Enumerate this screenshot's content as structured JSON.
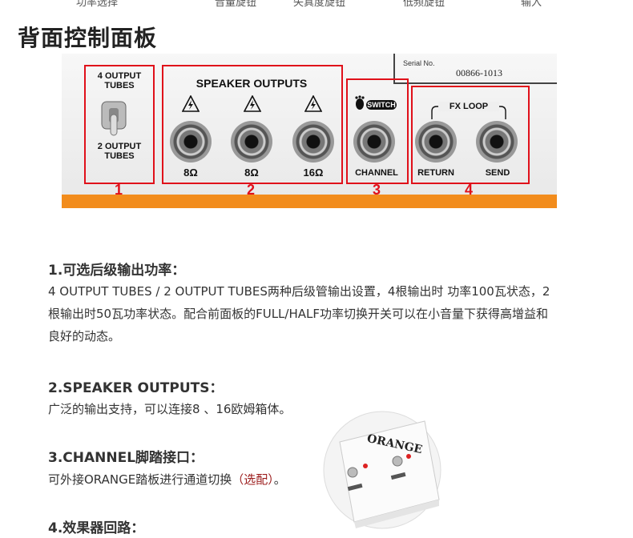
{
  "top_captions": [
    "功率选择",
    "音量旋钮",
    "失真度旋钮",
    "低频旋钮",
    "输入"
  ],
  "page_title": "背面控制面板",
  "panel": {
    "serial_label": "Serial No.",
    "serial_number": "00866-1013",
    "section1": {
      "label_top": "4 OUTPUT TUBES",
      "label_bottom": "2 OUTPUT TUBES",
      "number": "1"
    },
    "section2": {
      "title": "SPEAKER OUTPUTS",
      "ohms": [
        "8Ω",
        "8Ω",
        "16Ω"
      ],
      "number": "2"
    },
    "section3": {
      "badge": "SWITCH",
      "label": "CHANNEL",
      "number": "3"
    },
    "section4": {
      "title": "FX LOOP",
      "labels": [
        "RETURN",
        "SEND"
      ],
      "number": "4"
    }
  },
  "sections": [
    {
      "title": "1.可选后级输出功率：",
      "lines": [
        "4 OUTPUT TUBES / 2 OUTPUT TUBES两种后级管输出设置，4根输出时    功率100瓦状态，2",
        "根输出时50瓦功率状态。配合前面板的FULL/HALF功率切换开关可以在小音量下获得高增益和",
        "良好的动态。"
      ]
    },
    {
      "title": "2.SPEAKER OUTPUTS：",
      "lines": [
        "广泛的输出支持，可以连接8 、16欧姆箱体。"
      ]
    },
    {
      "title": "3.CHANNEL脚踏接口：",
      "text_before": "可外接ORANGE踏板进行通道切换",
      "highlight": "（选配）",
      "text_after": "。"
    },
    {
      "title": "4.效果器回路："
    }
  ],
  "pedal": {
    "brand": "ORANGE"
  },
  "colors": {
    "red": "#e0101a",
    "orange": "#f28c1c",
    "highlight": "#9b1b1b"
  }
}
